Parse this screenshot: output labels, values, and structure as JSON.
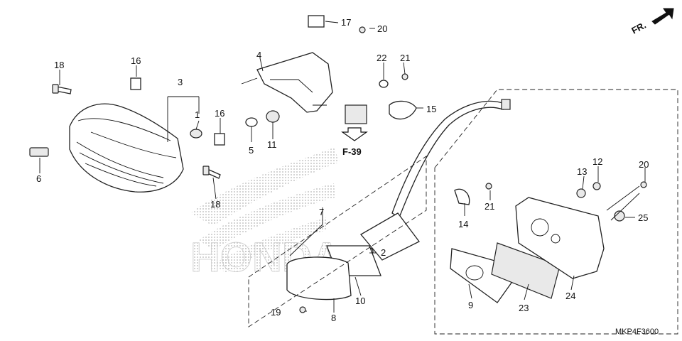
{
  "direction_label": "FR.",
  "reference": {
    "label": "F-39"
  },
  "diagram_code": "MKP4F3600",
  "watermark": {
    "brand": "HONDA"
  },
  "callouts": [
    {
      "id": "c1",
      "text": "1"
    },
    {
      "id": "c2",
      "text": "2"
    },
    {
      "id": "c3",
      "text": "3"
    },
    {
      "id": "c4",
      "text": "4"
    },
    {
      "id": "c5",
      "text": "5"
    },
    {
      "id": "c6",
      "text": "6"
    },
    {
      "id": "c7",
      "text": "7"
    },
    {
      "id": "c8",
      "text": "8"
    },
    {
      "id": "c9",
      "text": "9"
    },
    {
      "id": "c10",
      "text": "10"
    },
    {
      "id": "c11",
      "text": "11"
    },
    {
      "id": "c12",
      "text": "12"
    },
    {
      "id": "c13",
      "text": "13"
    },
    {
      "id": "c14",
      "text": "14"
    },
    {
      "id": "c15",
      "text": "15"
    },
    {
      "id": "c16a",
      "text": "16"
    },
    {
      "id": "c16b",
      "text": "16"
    },
    {
      "id": "c17",
      "text": "17"
    },
    {
      "id": "c18a",
      "text": "18"
    },
    {
      "id": "c18b",
      "text": "18"
    },
    {
      "id": "c19",
      "text": "19"
    },
    {
      "id": "c20a",
      "text": "20"
    },
    {
      "id": "c20b",
      "text": "20"
    },
    {
      "id": "c21a",
      "text": "21"
    },
    {
      "id": "c21b",
      "text": "21"
    },
    {
      "id": "c22",
      "text": "22"
    },
    {
      "id": "c23",
      "text": "23"
    },
    {
      "id": "c24",
      "text": "24"
    },
    {
      "id": "c25",
      "text": "25"
    }
  ]
}
